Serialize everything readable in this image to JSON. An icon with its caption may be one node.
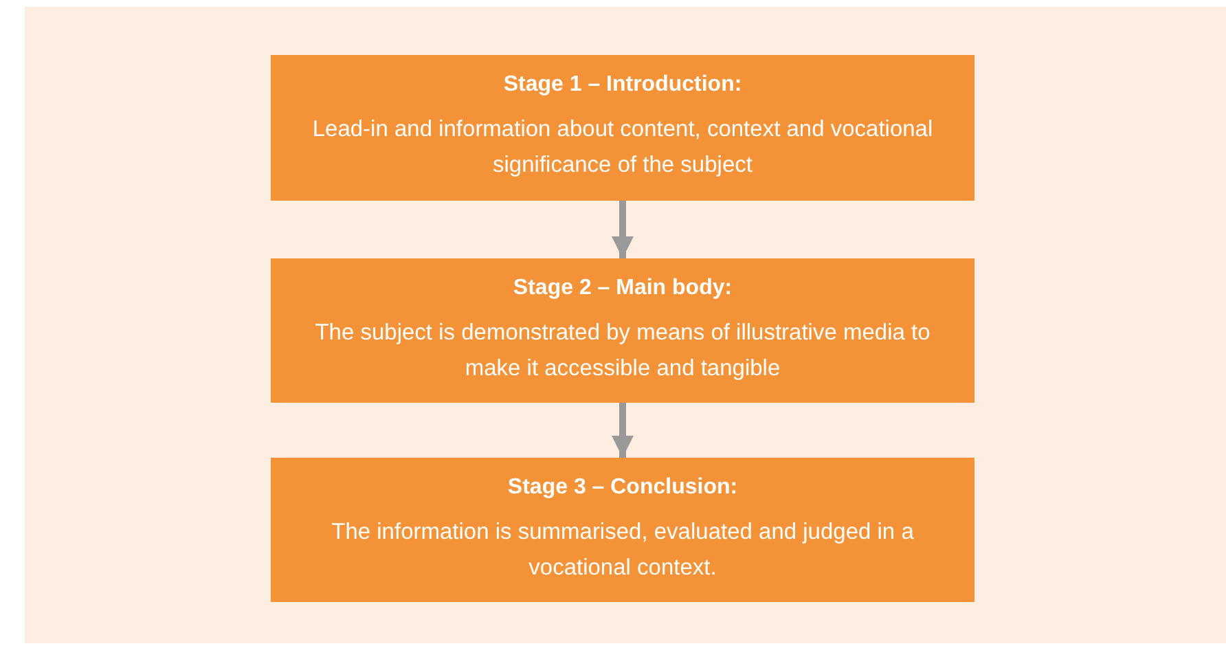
{
  "diagram": {
    "nodes": [
      {
        "text": [
          "Stage 1 – Introduction:",
          "Lead-in and information about content, context and vocational significance of the subject"
        ]
      },
      {
        "text": [
          "Stage 2 – Main body:",
          "The subject is demonstrated by means of illustrative media to make it accessible and tangible"
        ]
      },
      {
        "text": [
          "Stage 3 – Conclusion:",
          "The information is summarised, evaluated and judged in a vocational context."
        ]
      }
    ],
    "edges": [
      {
        "from": 0,
        "to": 1,
        "arrow": "to"
      },
      {
        "from": 1,
        "to": 2,
        "arrow": "to"
      }
    ]
  }
}
